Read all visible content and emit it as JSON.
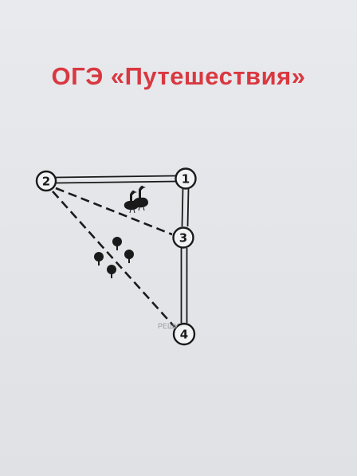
{
  "title": "ОГЭ «Путешествия»",
  "nodes": [
    {
      "id": "node-1",
      "label": "1"
    },
    {
      "id": "node-2",
      "label": "2"
    },
    {
      "id": "node-3",
      "label": "3"
    },
    {
      "id": "node-4",
      "label": "4"
    }
  ],
  "roads": [
    {
      "from": "2",
      "to": "1",
      "type": "paved-double"
    },
    {
      "from": "1",
      "to": "3",
      "type": "paved-double"
    },
    {
      "from": "3",
      "to": "4",
      "type": "paved-double"
    },
    {
      "from": "2",
      "to": "3",
      "type": "dirt-dashed"
    },
    {
      "from": "2",
      "to": "4",
      "type": "dirt-dashed"
    }
  ],
  "icons": {
    "geese": "goose-icon",
    "trees": "tree-icon"
  },
  "watermark": "РЕШУ",
  "colors": {
    "title": "#d93840",
    "lines": "#1a1a1a",
    "background": "#e4e6ea"
  }
}
